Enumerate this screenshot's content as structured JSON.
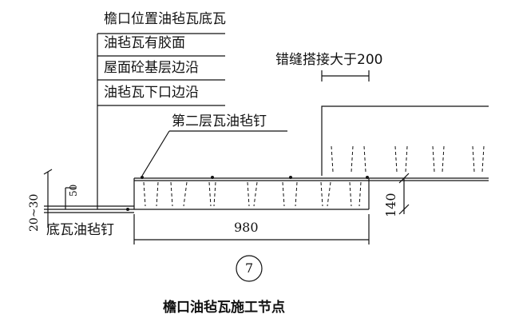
{
  "colors": {
    "line": "#111111",
    "background": "#ffffff"
  },
  "labels": {
    "eave_base_tile": "檐口位置油毡瓦底瓦",
    "adhesive_face": "油毡瓦有胶面",
    "roof_base_edge": "屋面砼基层边沿",
    "tile_lower_edge": "油毡瓦下口边沿",
    "overlap": "错缝搭接大于200",
    "second_layer_nail": "第二层瓦油毡钉",
    "base_tile_nail": "底瓦油毡钉"
  },
  "dimensions": {
    "width_980": "980",
    "height_140": "140",
    "left_20_30": "20~30",
    "offset_50": "50"
  },
  "detail_number": "7",
  "caption": "檐口油毡瓦施工节点"
}
